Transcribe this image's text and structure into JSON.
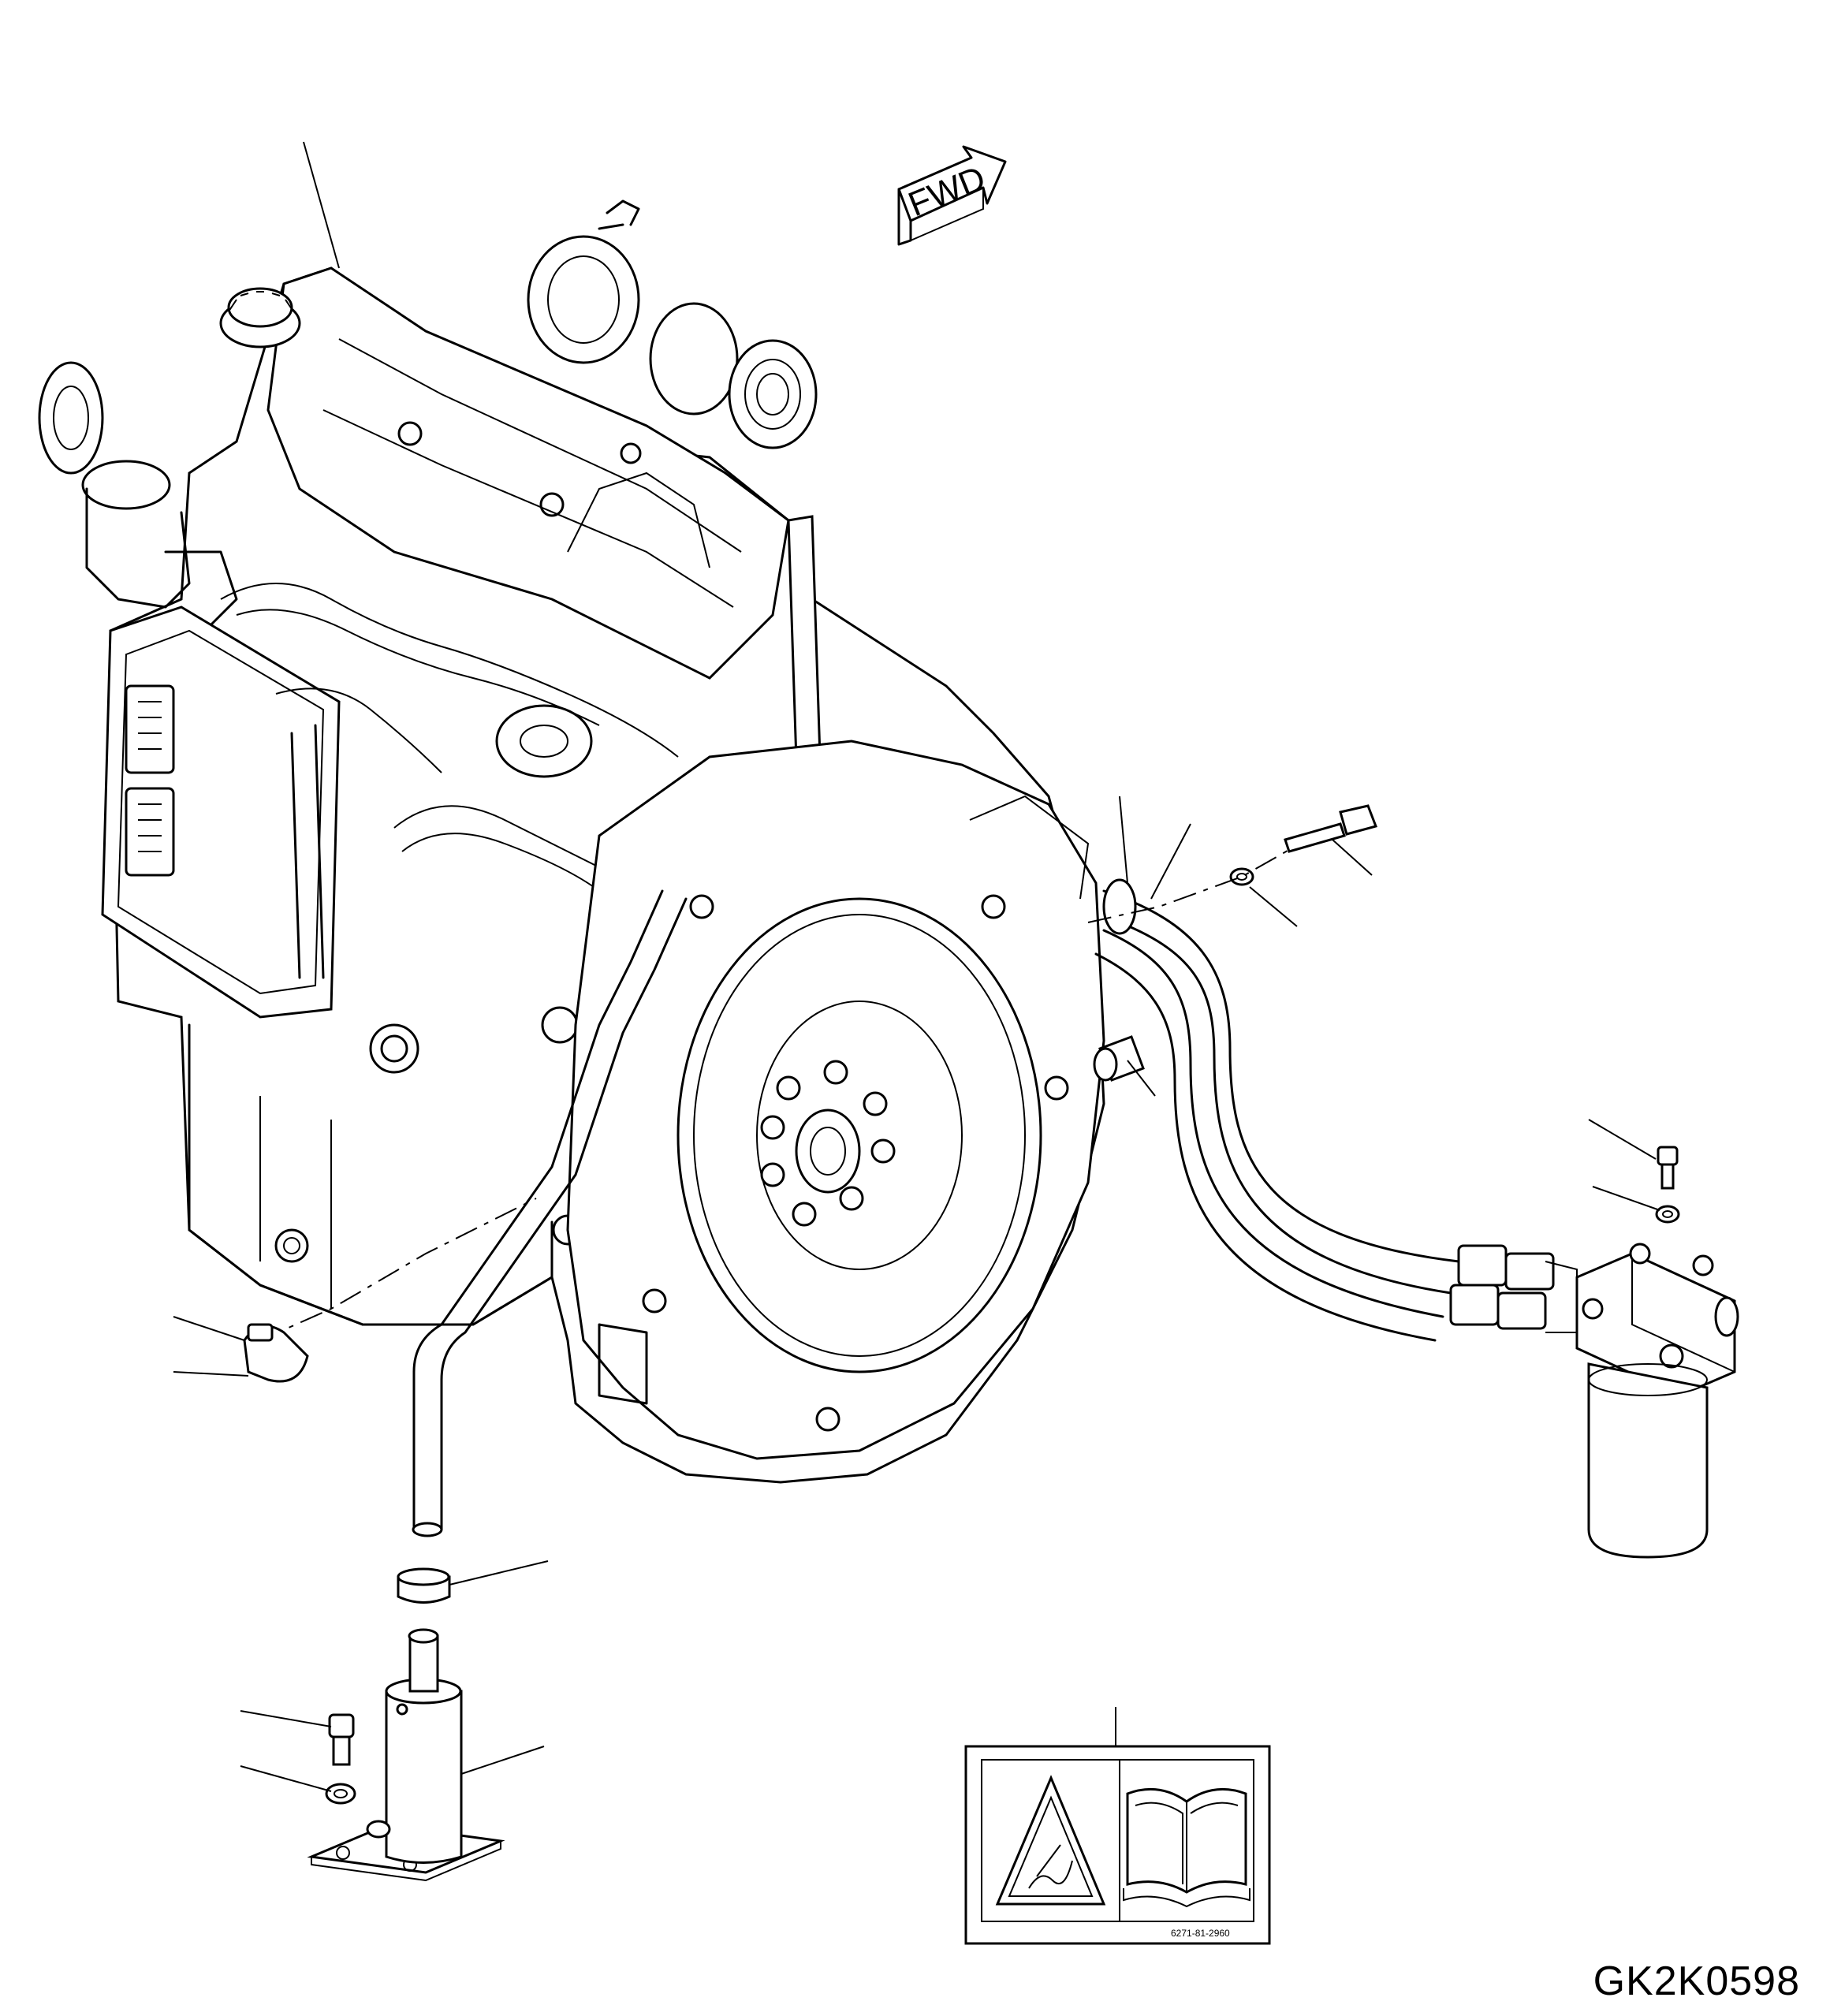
{
  "drawing_code": "GK2K0598",
  "direction_arrow": {
    "text": "FWD"
  },
  "warning_label": {
    "part_number": "6271-81-2960",
    "icons": [
      "hot-surface-warning-icon",
      "read-manual-icon"
    ]
  }
}
